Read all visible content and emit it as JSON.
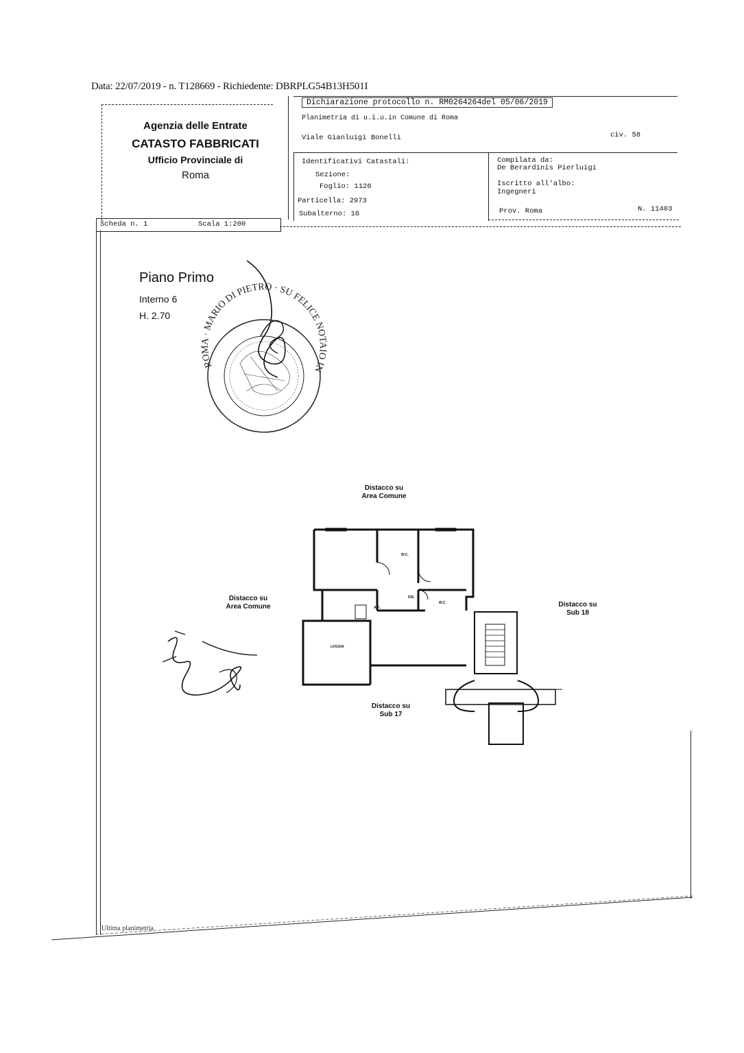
{
  "header": {
    "request_line": "Data: 22/07/2019 - n. T128669 - Richiedente: DBRPLG54B13H501I"
  },
  "office": {
    "agency": "Agenzia delle Entrate",
    "registry": "CATASTO FABBRICATI",
    "office_name": "Ufficio Provinciale di",
    "city": "Roma"
  },
  "declaration": {
    "protocol": "Dichiarazione protocollo n. RM0264264del  05/06/2019",
    "plan_title": "Planimetria di u.i.u.in Comune di Roma",
    "address": "Viale Gianluigi Bonelli",
    "civic": "civ. 58"
  },
  "identifiers": {
    "title": "Identificativi Catastali:",
    "sezione_label": "Sezione:",
    "foglio_label": "Foglio:",
    "foglio_value": "1126",
    "particella_label": "Particella:",
    "particella_value": "2973",
    "subalterno_label": "Subalterno:",
    "subalterno_value": "16"
  },
  "compiler": {
    "title": "Compilata da:",
    "name": "De Berardinis Pierluigi",
    "albo_label": "Iscritto all'albo:",
    "albo_value": "Ingegneri",
    "prov": "Prov. Roma",
    "number": "N. 11403"
  },
  "sheet": {
    "scheda": "Scheda n. 1",
    "scala": "Scala 1:200"
  },
  "floor": {
    "title": "Piano Primo",
    "interno": "Interno 6",
    "height": "H. 2.70"
  },
  "stamp": {
    "text": "ROMA · MARIO DI PIETRO · SU FELICE NOTAIO IN"
  },
  "plan_labels": {
    "top": [
      "Distacco su",
      "Area Comune"
    ],
    "left": [
      "Distacco su",
      "Area Comune"
    ],
    "right": [
      "Distacco su",
      "Sub 18"
    ],
    "bottom": [
      "Distacco su",
      "Sub 17"
    ]
  },
  "rooms": {
    "wc1": "W.C.",
    "wc2": "W.C.",
    "dis": "DIS.",
    "kitchen": "A.K.",
    "loggia": "LOGGIA"
  },
  "footer": {
    "partial_text": "Ultima planimetria"
  }
}
